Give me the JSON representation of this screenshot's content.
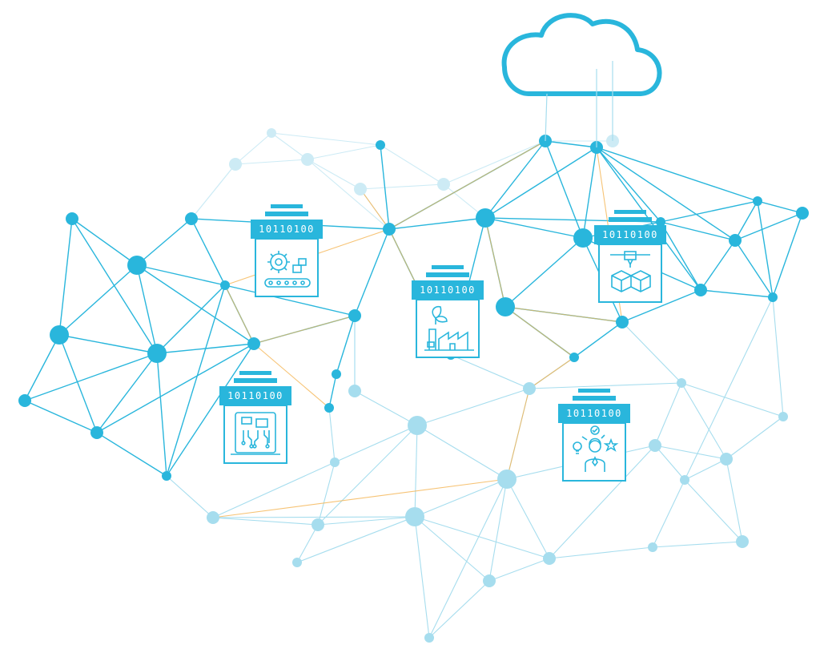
{
  "colors": {
    "primary": "#29B6DC",
    "light": "#A6DDEE",
    "faint": "#CDEBF5",
    "accent": "#F5B553",
    "background": "#FFFFFF"
  },
  "cloud": {
    "icon": "cloud-icon"
  },
  "boxes": [
    {
      "id": "gear",
      "label": "10110100",
      "icon": "gear-conveyor-icon"
    },
    {
      "id": "factory",
      "label": "10110100",
      "icon": "eco-factory-icon"
    },
    {
      "id": "printer",
      "label": "10110100",
      "icon": "3d-printer-icon"
    },
    {
      "id": "circuit",
      "label": "10110100",
      "icon": "circuit-tablet-icon"
    },
    {
      "id": "person",
      "label": "10110100",
      "icon": "idea-person-icon"
    }
  ]
}
